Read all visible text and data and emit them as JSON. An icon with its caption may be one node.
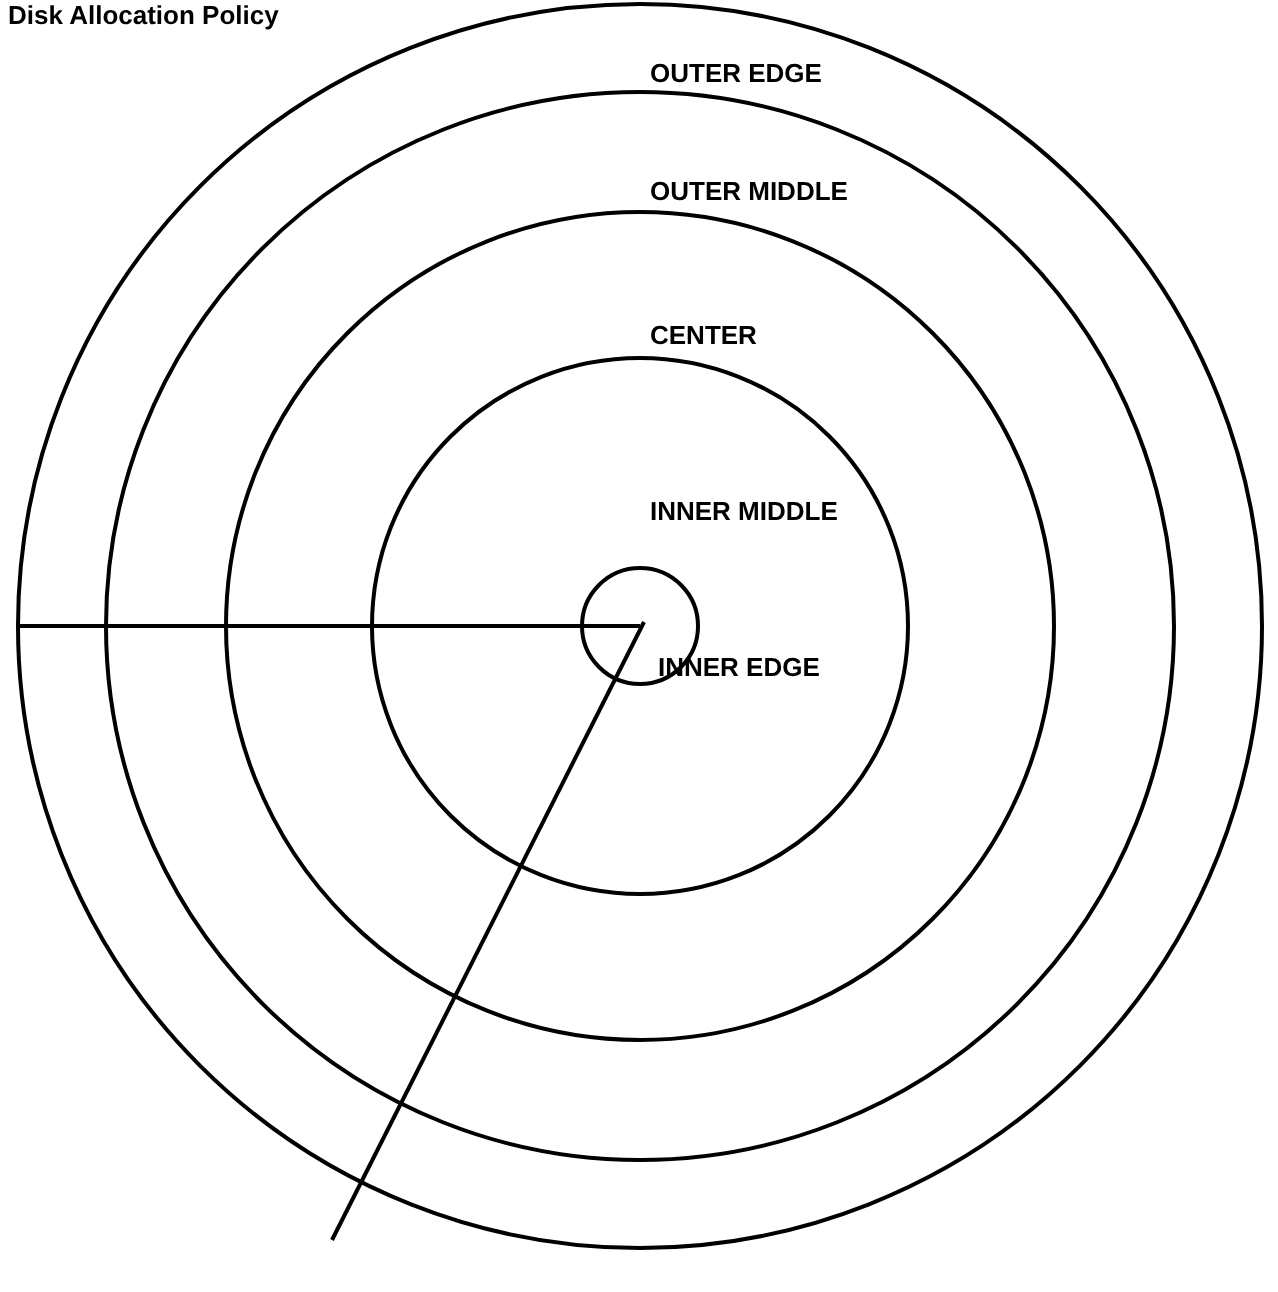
{
  "diagram": {
    "title": "Disk Allocation Policy",
    "nodes": [
      {
        "text": [
          "OUTER EDGE"
        ]
      },
      {
        "text": [
          "OUTER MIDDLE"
        ],
        "in": 0
      },
      {
        "text": [
          "CENTER"
        ],
        "in": 1
      },
      {
        "text": [
          "INNER MIDDLE"
        ],
        "in": 2
      },
      {
        "text": [],
        "shape": "circle",
        "in": 3,
        "beside": [
          "INNER EDGE"
        ]
      }
    ]
  }
}
